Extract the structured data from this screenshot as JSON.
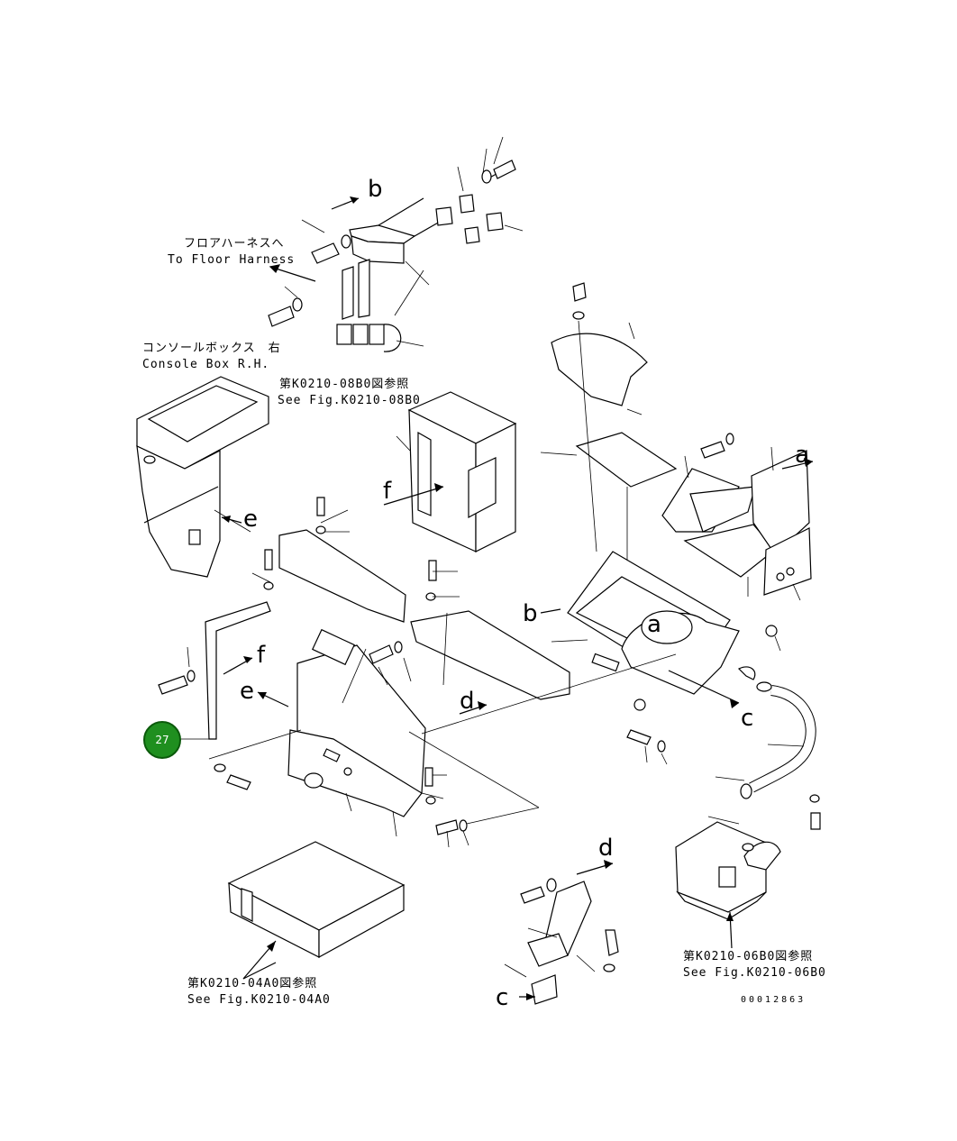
{
  "labels": {
    "floor_harness_jp": "フロアハーネスへ",
    "floor_harness_en": "To Floor Harness",
    "console_box_jp": "コンソールボックス　右",
    "console_box_en": "Console Box R.H.",
    "ref_08b0_jp": "第K0210-08B0図参照",
    "ref_08b0_en": "See Fig.K0210-08B0",
    "ref_04a0_jp": "第K0210-04A0図参照",
    "ref_04a0_en": "See Fig.K0210-04A0",
    "ref_06b0_jp": "第K0210-06B0図参照",
    "ref_06b0_en": "See Fig.K0210-06B0",
    "drawing_number": "00012863"
  },
  "letters": {
    "a": "a",
    "b": "b",
    "c": "c",
    "d": "d",
    "e": "e",
    "f": "f"
  },
  "badge": {
    "number": "27",
    "color": "#1f8f1f"
  }
}
